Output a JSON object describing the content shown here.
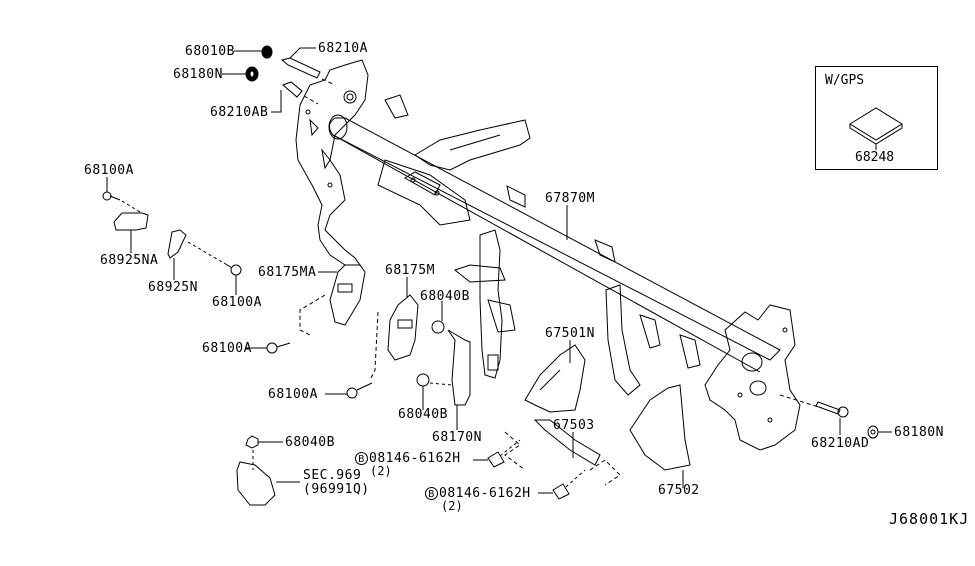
{
  "diagram": {
    "title": "Instrument panel steering member / reinforcement parts diagram",
    "diagram_code": "J68001KJ",
    "inset": {
      "title": "W/GPS",
      "part": "68248"
    },
    "labels": [
      {
        "id": "l1",
        "text": "68010B"
      },
      {
        "id": "l2",
        "text": "68210A"
      },
      {
        "id": "l3",
        "text": "68180N"
      },
      {
        "id": "l4",
        "text": "68210AB"
      },
      {
        "id": "l5",
        "text": "68100A"
      },
      {
        "id": "l6",
        "text": "68925NA"
      },
      {
        "id": "l7",
        "text": "68925N"
      },
      {
        "id": "l8",
        "text": "68100A"
      },
      {
        "id": "l9",
        "text": "68175MA"
      },
      {
        "id": "l10",
        "text": "68175M"
      },
      {
        "id": "l11",
        "text": "68040B"
      },
      {
        "id": "l12",
        "text": "68100A"
      },
      {
        "id": "l13",
        "text": "68100A"
      },
      {
        "id": "l14",
        "text": "68040B"
      },
      {
        "id": "l15",
        "text": "68170N"
      },
      {
        "id": "l16",
        "text": "67870M"
      },
      {
        "id": "l17",
        "text": "67501N"
      },
      {
        "id": "l18",
        "text": "67503"
      },
      {
        "id": "l19",
        "text": "67502"
      },
      {
        "id": "l20",
        "text": "68210AD"
      },
      {
        "id": "l21",
        "text": "68180N"
      },
      {
        "id": "l22",
        "text": "68040B"
      },
      {
        "id": "l23",
        "text": "SEC.969"
      },
      {
        "id": "l24",
        "text": "(96991Q)"
      },
      {
        "id": "l25",
        "text": "08146-6162H",
        "prefix": "B",
        "qty": "(2)"
      },
      {
        "id": "l26",
        "text": "08146-6162H",
        "prefix": "B",
        "qty": "(2)"
      }
    ]
  }
}
